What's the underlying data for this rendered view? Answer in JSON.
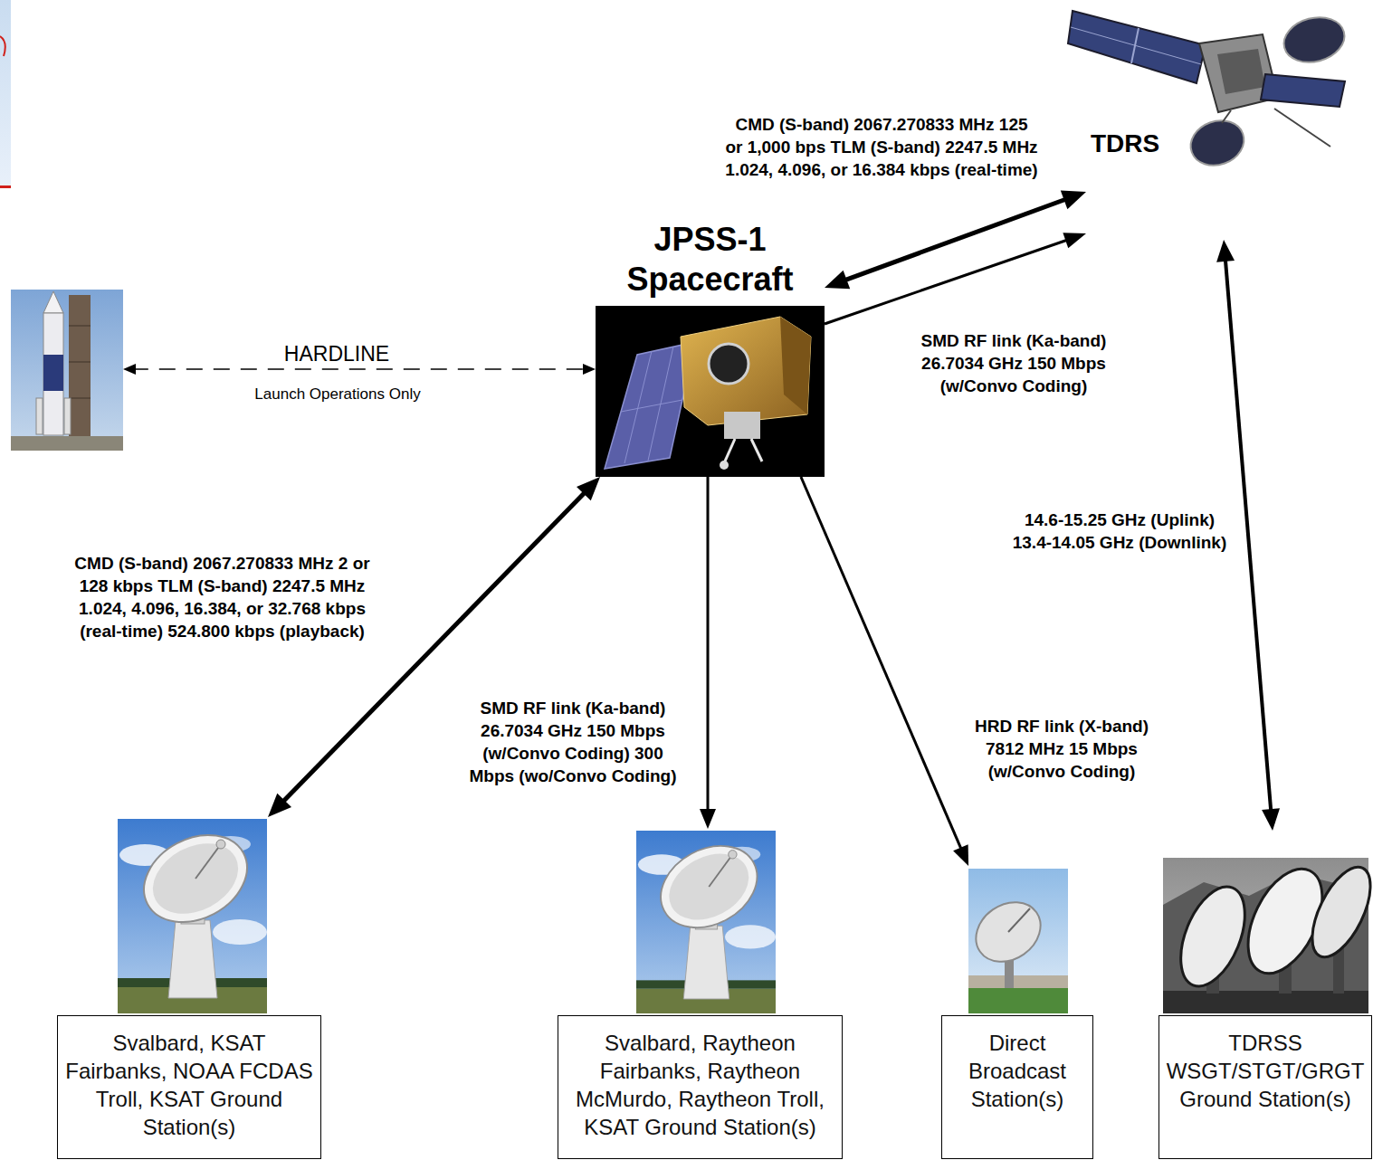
{
  "diagram": {
    "nodes": [
      {
        "text": [
          "TDRS"
        ]
      },
      {
        "text": [
          "JPSS-1 Spacecraft"
        ]
      },
      {
        "text": []
      },
      {
        "text": [
          "Svalbard, KSAT Fairbanks, NOAA FCDAS Troll, KSAT Ground Station(s)"
        ]
      },
      {
        "text": [
          "Svalbard, Raytheon Fairbanks, Raytheon McMurdo, Raytheon Troll, KSAT Ground Station(s)"
        ]
      },
      {
        "text": [
          "Direct Broadcast Station(s)"
        ]
      },
      {
        "text": [
          "TDRSS WSGT/STGT/GRGT Ground Station(s)"
        ]
      }
    ],
    "edges": [
      {
        "from": 1,
        "to": 0,
        "arrow": "both",
        "label": "CMD (S-band) 2067.270833 MHz 125 or 1,000 bps TLM (S-band) 2247.5 MHz 1.024, 4.096, or 16.384 kbps (real-time)"
      },
      {
        "from": 1,
        "to": 0,
        "arrow": "to",
        "label": "SMD RF link (Ka-band) 26.7034 GHz 150 Mbps (w/Convo Coding)"
      },
      {
        "from": 1,
        "to": 3,
        "arrow": "both",
        "label": "CMD (S-band) 2067.270833 MHz 2 or 128 kbps TLM (S-band) 2247.5 MHz 1.024, 4.096, 16.384, or 32.768 kbps (real-time) 524.800 kbps (playback)"
      },
      {
        "from": 1,
        "to": 4,
        "arrow": "to",
        "label": "SMD RF link (Ka-band) 26.7034 GHz 150 Mbps (w/Convo Coding) 300 Mbps (wo/Convo Coding)"
      },
      {
        "from": 1,
        "to": 5,
        "arrow": "to",
        "label": "HRD RF link (X-band) 7812 MHz 15 Mbps (w/Convo Coding)"
      },
      {
        "from": 0,
        "to": 6,
        "arrow": "both",
        "label": "14.6-15.25 GHz (Uplink) 13.4-14.05 GHz (Downlink)"
      },
      {
        "from": 2,
        "to": 1,
        "arrow": "both",
        "label": "HARDLINE"
      }
    ],
    "labels": [
      "Launch Operations Only"
    ]
  }
}
